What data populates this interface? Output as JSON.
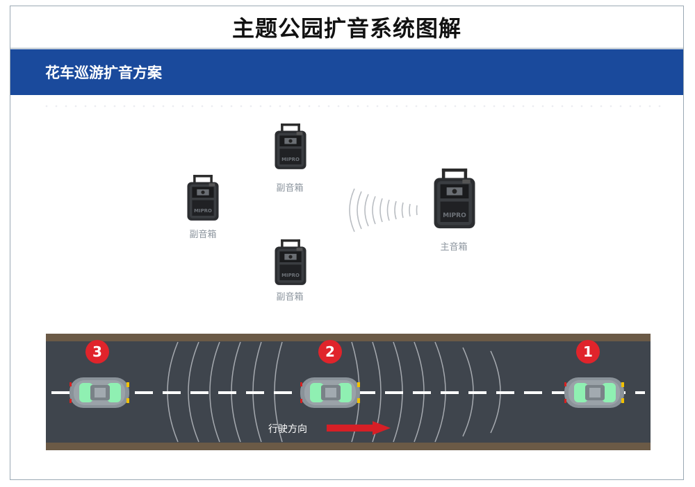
{
  "title": "主题公园扩音系统图解",
  "section_title": "花车巡游扩音方案",
  "speakers": {
    "main_label": "主音箱",
    "sub_label_top": "副音箱",
    "sub_label_left": "副音箱",
    "sub_label_bottom": "副音箱",
    "brand": "MIPRO"
  },
  "road": {
    "direction_label": "行驶方向",
    "cars": [
      {
        "number": "3"
      },
      {
        "number": "2"
      },
      {
        "number": "1"
      }
    ]
  },
  "colors": {
    "section_bar": "#1a4a9c",
    "badge": "#e0242b",
    "arrow": "#d61f26",
    "road": "#3a3f48"
  }
}
